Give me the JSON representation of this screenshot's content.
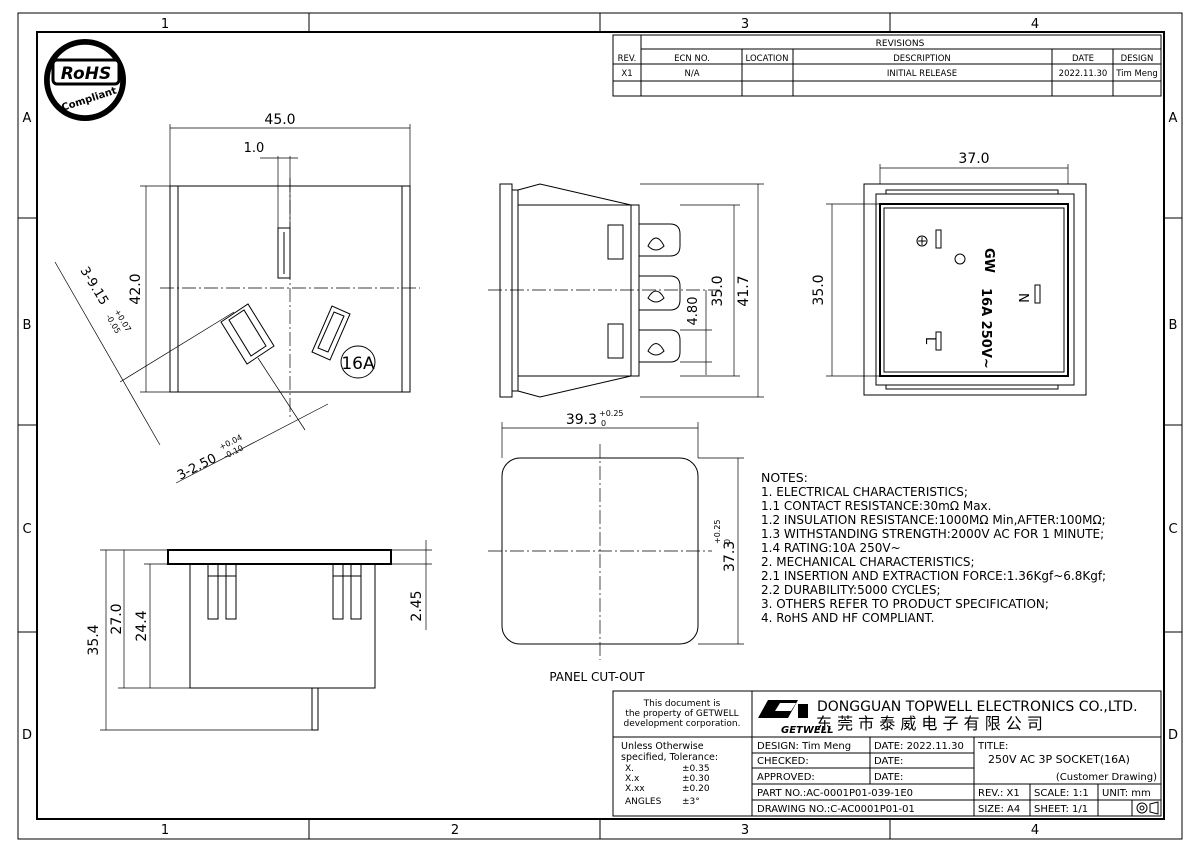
{
  "frame": {
    "zones_top": [
      "1",
      "",
      "3",
      "4"
    ],
    "zones_bottom": [
      "1",
      "2",
      "3",
      "4"
    ],
    "zones_side": [
      "A",
      "B",
      "C",
      "D"
    ]
  },
  "rohs": {
    "title": "RoHS",
    "subtitle": "Compliant"
  },
  "revisions": {
    "title": "REVISIONS",
    "headers": [
      "REV.",
      "ECN NO.",
      "LOCATION",
      "DESCRIPTION",
      "DATE",
      "DESIGN"
    ],
    "rows": [
      [
        "X1",
        "N/A",
        "",
        "INITIAL RELEASE",
        "2022.11.30",
        "Tim Meng"
      ]
    ]
  },
  "views": {
    "front": {
      "w": "45.0",
      "h": "42.0",
      "slot": "1.0",
      "dia": "3-9.15",
      "dia_tol_up": "+0.07",
      "dia_tol_lo": "-0.05",
      "pin": "3-2.50",
      "pin_tol_up": "+0.04",
      "pin_tol_lo": "-0.10",
      "rating": "16A"
    },
    "side": {
      "h1": "35.0",
      "h2": "41.7",
      "pin": "4.80"
    },
    "rear": {
      "w": "37.0",
      "h": "35.0",
      "marks": [
        "GW",
        "N",
        "16A 250V~",
        "L"
      ]
    },
    "bottom": {
      "h1": "35.4",
      "h2": "27.0",
      "h3": "24.4",
      "h4": "2.45"
    },
    "cutout": {
      "w": "39.3",
      "w_tol_up": "+0.25",
      "w_tol_lo": "0",
      "h": "37.3",
      "h_tol_up": "+0.25",
      "h_tol_lo": "0",
      "label": "PANEL CUT-OUT"
    }
  },
  "notes": {
    "title": "NOTES:",
    "lines": [
      "1.   ELECTRICAL CHARACTERISTICS;",
      "1.1 CONTACT RESISTANCE:30mΩ  Max.",
      "1.2 INSULATION RESISTANCE:1000MΩ  Min,AFTER:100MΩ;",
      "1.3 WITHSTANDING STRENGTH:2000V AC FOR 1 MINUTE;",
      "1.4 RATING:10A 250V~",
      "2.   MECHANICAL CHARACTERISTICS;",
      "2.1 INSERTION AND EXTRACTION FORCE:1.36Kgf~6.8Kgf;",
      "2.2 DURABILITY:5000 CYCLES;",
      "3.   OTHERS REFER TO PRODUCT SPECIFICATION;",
      "4.   RoHS AND HF COMPLIANT."
    ]
  },
  "titleblock": {
    "property": [
      "This document is",
      "the property of GETWELL",
      "development corporation."
    ],
    "tolerance_title": [
      "Unless Otherwise",
      "specified, Tolerance:"
    ],
    "tolerances": [
      [
        "X.",
        "±0.35"
      ],
      [
        "X.x",
        "±0.30"
      ],
      [
        "X.xx",
        "±0.20"
      ],
      [
        "ANGLES",
        "±3°"
      ]
    ],
    "company_en": "DONGGUAN TOPWELL ELECTRONICS CO.,LTD.",
    "company_cn": "东 莞 市 泰 威 电 子 有 限 公 司",
    "logo": "GETWELL",
    "design": "DESIGN:  Tim Meng",
    "design_date": "DATE: 2022.11.30",
    "checked": "CHECKED:",
    "checked_date": "DATE:",
    "approved": "APPROVED:",
    "approved_date": "DATE:",
    "title_label": "TITLE:",
    "title": "250V AC 3P SOCKET(16A)",
    "subtitle": "(Customer Drawing)",
    "part_no": "PART NO.:AC-0001P01-039-1E0",
    "drawing_no": "DRAWING NO.:C-AC0001P01-01",
    "rev": "REV.: X1",
    "scale": "SCALE: 1:1",
    "unit": "UNIT: mm",
    "size": "SIZE: A4",
    "sheet": "SHEET: 1/1"
  }
}
